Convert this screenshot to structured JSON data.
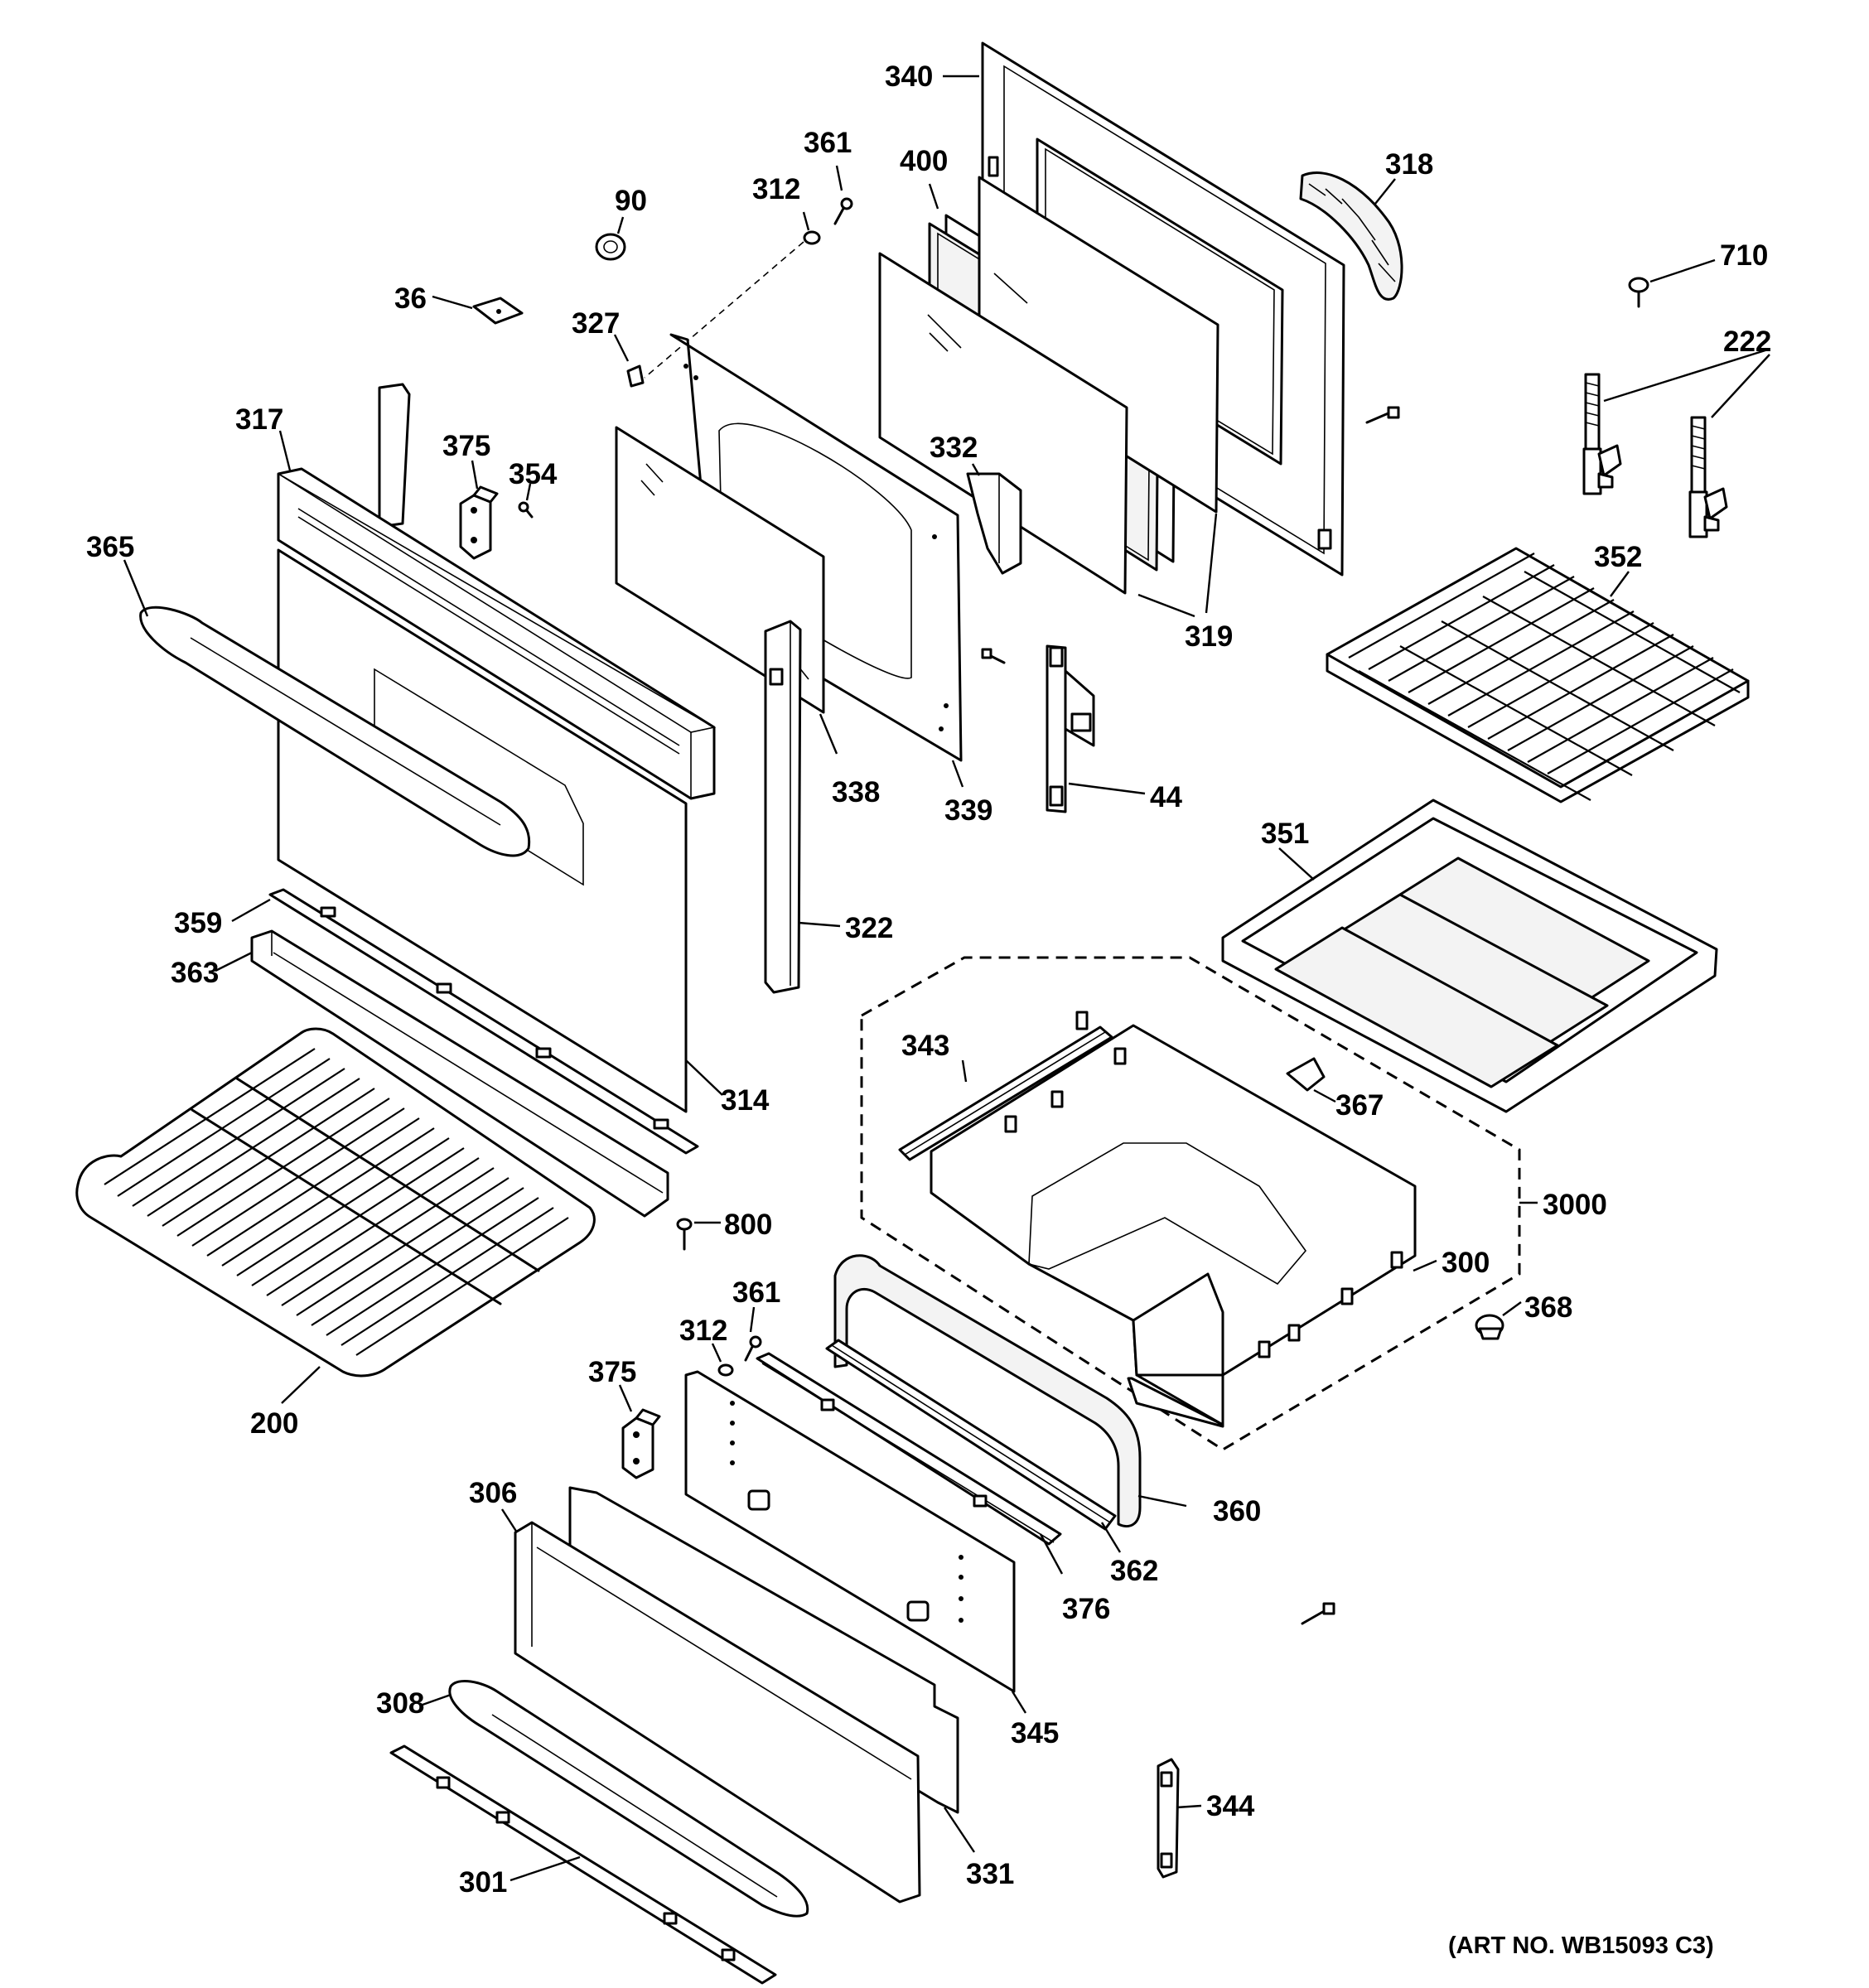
{
  "diagram": {
    "art_number": "(ART NO. WB15093 C3)",
    "callouts": {
      "c340": "340",
      "c361a": "361",
      "c400": "400",
      "c318": "318",
      "c90": "90",
      "c312a": "312",
      "c710": "710",
      "c36": "36",
      "c327": "327",
      "c222": "222",
      "c317": "317",
      "c375a": "375",
      "c354": "354",
      "c332": "332",
      "c365": "365",
      "c352": "352",
      "c319": "319",
      "c338": "338",
      "c339": "339",
      "c44": "44",
      "c351": "351",
      "c359": "359",
      "c322": "322",
      "c363": "363",
      "c343": "343",
      "c314": "314",
      "c367": "367",
      "c3000": "3000",
      "c800": "800",
      "c300": "300",
      "c361b": "361",
      "c368": "368",
      "c312b": "312",
      "c375b": "375",
      "c200": "200",
      "c306": "306",
      "c360": "360",
      "c362": "362",
      "c376": "376",
      "c308": "308",
      "c345": "345",
      "c344": "344",
      "c301": "301",
      "c331": "331"
    }
  }
}
